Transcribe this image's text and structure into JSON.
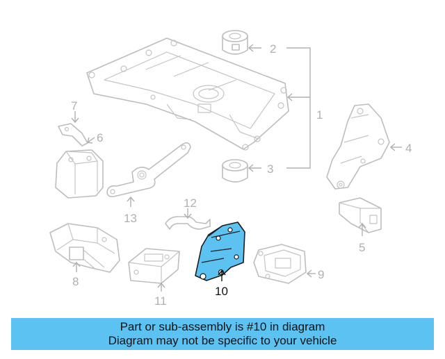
{
  "diagram": {
    "callouts": {
      "c1": "1",
      "c2": "2",
      "c3": "3",
      "c4": "4",
      "c5": "5",
      "c6": "6",
      "c7": "7",
      "c8": "8",
      "c9": "9",
      "c10": "10",
      "c11": "11",
      "c12": "12",
      "c13": "13"
    },
    "highlighted_part": "10",
    "colors": {
      "highlight": "#5cc2f2",
      "line": "#bdbdbd",
      "banner": "#5cc2f2"
    }
  },
  "banner": {
    "line1": "Part or sub-assembly is #10 in diagram",
    "line2": "Diagram may not be specific to your vehicle"
  }
}
